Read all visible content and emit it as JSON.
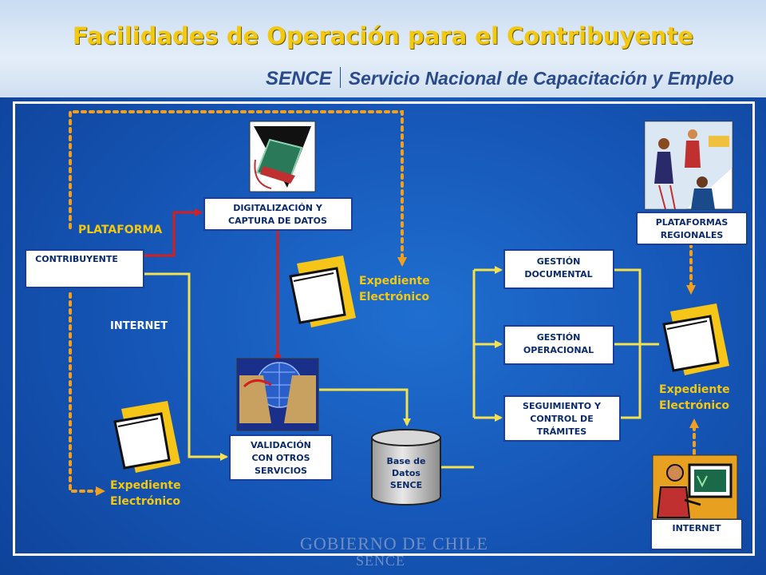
{
  "title": "Facilidades de Operación para el Contribuyente",
  "logo": {
    "brand": "SENCE",
    "name": "Servicio Nacional de Capacitación y Empleo"
  },
  "footer": {
    "line1": "GOBIERNO DE CHILE",
    "line2": "SENCE"
  },
  "boxes": {
    "contribuyente": "CONTRIBUYENTE",
    "digitalizacion": [
      "DIGITALIZACIÓN Y",
      "CAPTURA DE DATOS"
    ],
    "validacion": [
      "VALIDACIÓN",
      "CON OTROS",
      "SERVICIOS"
    ],
    "gestion_documental": [
      "GESTIÓN",
      "DOCUMENTAL"
    ],
    "gestion_operacional": [
      "GESTIÓN",
      "OPERACIONAL"
    ],
    "seguimiento": [
      "SEGUIMIENTO Y",
      "CONTROL DE",
      "TRÁMITES"
    ],
    "plataformas_regionales": [
      "PLATAFORMAS",
      "REGIONALES"
    ],
    "internet_box": "INTERNET"
  },
  "database": [
    "Base de",
    "Datos",
    "SENCE"
  ],
  "labels": {
    "plataforma": "PLATAFORMA",
    "internet": "INTERNET",
    "expediente_1": [
      "Expediente",
      "Electrónico"
    ],
    "expediente_2": [
      "Expediente",
      "Electrónico"
    ],
    "expediente_3": [
      "Expediente",
      "Electrónico"
    ]
  },
  "icons": [
    "scanner-icon",
    "globe-keyboards-icon",
    "folder-icon",
    "office-people-icon",
    "computer-user-icon"
  ],
  "colors": {
    "title": "#f2c811",
    "connector_red": "#d41f1f",
    "connector_yellow": "#f5e050",
    "dotted_orange": "#f0a020",
    "box_border": "#1a3f9a"
  }
}
